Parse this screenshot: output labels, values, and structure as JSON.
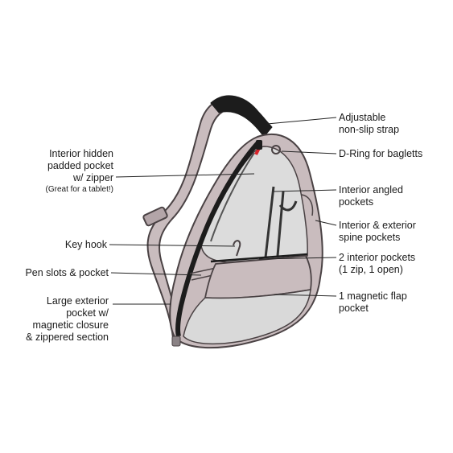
{
  "callouts": {
    "strap": [
      "Adjustable",
      "non-slip strap"
    ],
    "d_ring": [
      "D-Ring for bagletts"
    ],
    "angled": [
      "Interior angled",
      "pockets"
    ],
    "spine": [
      "Interior & exterior",
      "spine pockets"
    ],
    "two_interior": [
      "2 interior pockets",
      "(1 zip, 1 open)"
    ],
    "magnetic_flap": [
      "1 magnetic flap",
      "pocket"
    ],
    "hidden": [
      "Interior hidden",
      "padded pocket",
      "w/ zipper"
    ],
    "hidden_note": "(Great for a tablet!)",
    "key_hook": [
      "Key hook"
    ],
    "pen": [
      "Pen slots & pocket"
    ],
    "exterior": [
      "Large exterior",
      "pocket w/",
      "magnetic closure",
      "& zippered section"
    ]
  },
  "colors": {
    "bag_body": "#c9bcbe",
    "bag_outline": "#4a4244",
    "interior_panel": "#dcdcdc",
    "front_panel": "#d9d9d9",
    "strap_top": "#1c1c1c",
    "zipper_dark": "#1c1c1c",
    "accent_red": "#d8232a",
    "leader_line": "#222222"
  }
}
